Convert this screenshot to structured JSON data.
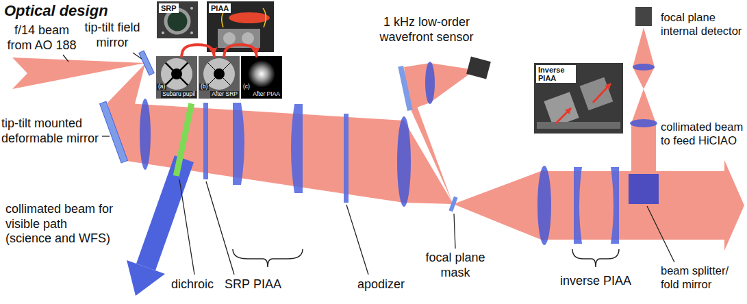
{
  "diagram": {
    "title": "Optical design",
    "nodes": [
      {
        "text": [
          "SRP"
        ]
      },
      {
        "text": [
          "PIAA"
        ]
      },
      {
        "text": [
          "(a)",
          "Subaru pupil"
        ]
      },
      {
        "text": [
          "(b)",
          "After SRP"
        ]
      },
      {
        "text": [
          "(c)",
          "After PIAA"
        ]
      },
      {
        "text": [
          "Inverse PIAA"
        ]
      }
    ],
    "edges": [
      {
        "from": 2,
        "to": 3,
        "arrow": "to"
      },
      {
        "from": 3,
        "to": 4,
        "arrow": "to"
      }
    ],
    "labels": [
      "f/14 beam from AO 188",
      "tip-tilt field mirror",
      "tip-tilt mounted deformable mirror",
      "collimated beam for visible path (science and WFS)",
      "dichroic",
      "SRP",
      "PIAA",
      "apodizer",
      "focal plane mask",
      "1 kHz low-order wavefront sensor",
      "inverse PIAA",
      "collimated beam to feed HiCIAO",
      "focal plane internal detector",
      "beam splitter/ fold mirror"
    ]
  }
}
